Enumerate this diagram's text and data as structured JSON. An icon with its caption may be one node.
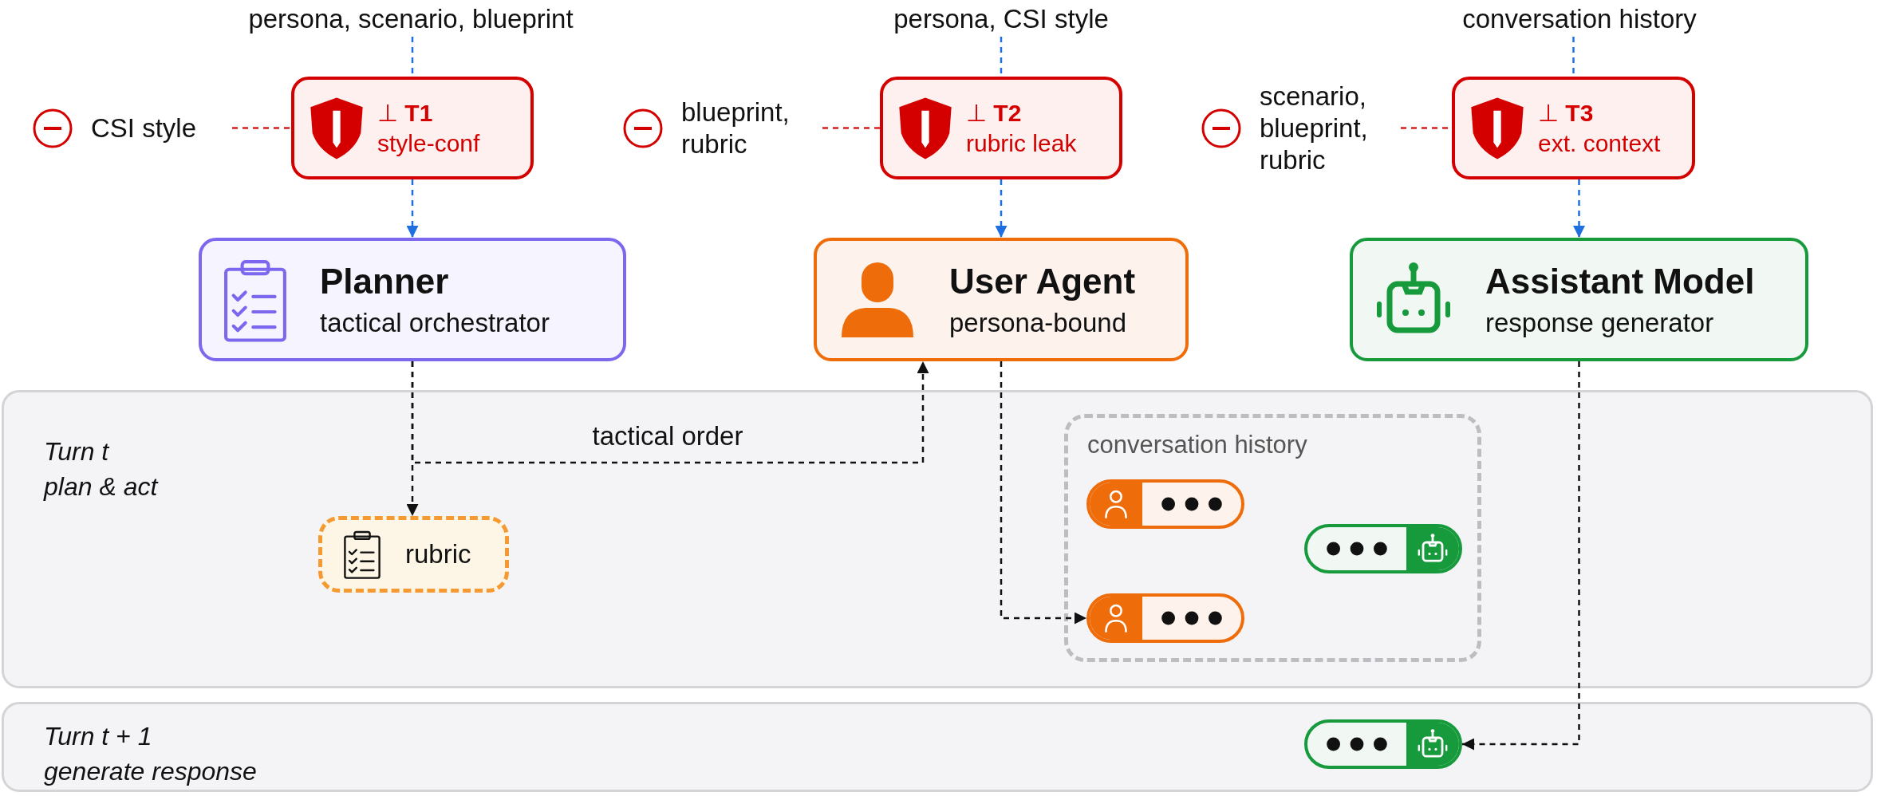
{
  "diagram": {
    "nodes": [
      {
        "text": [
          "persona, scenario, blueprint"
        ]
      },
      {
        "text": [
          "persona, CSI style"
        ]
      },
      {
        "text": [
          "conversation history"
        ]
      },
      {
        "text": [
          "CSI style"
        ]
      },
      {
        "text": [
          "⊥ **T1**",
          "style-conf"
        ]
      },
      {
        "text": [
          "blueprint, rubric"
        ]
      },
      {
        "text": [
          "⊥ **T2**",
          "rubric leak"
        ]
      },
      {
        "text": [
          "scenario, blueprint, rubric"
        ]
      },
      {
        "text": [
          "⊥ **T3**",
          "ext. context"
        ]
      },
      {
        "text": [
          "Planner",
          "tactical orchestrator"
        ]
      },
      {
        "text": [
          "User Agent",
          "persona-bound"
        ]
      },
      {
        "text": [
          "Assistant Model",
          "response generator"
        ]
      },
      {
        "text": [
          "Turn t",
          "plan & act"
        ]
      },
      {
        "text": [
          "rubric"
        ],
        "in": 12
      },
      {
        "text": [
          "conversation history"
        ],
        "in": 12
      },
      {
        "text": [],
        "shape": "pill",
        "in": 14
      },
      {
        "text": [],
        "shape": "pill",
        "in": 14
      },
      {
        "text": [],
        "shape": "pill",
        "in": 14
      },
      {
        "text": [
          "Turn t + 1",
          "generate response"
        ]
      },
      {
        "text": [],
        "shape": "pill",
        "in": 18
      }
    ],
    "edges": [
      {
        "from": 0,
        "to": 4,
        "arrow": "none",
        "style": "dashed"
      },
      {
        "from": 4,
        "to": 9,
        "arrow": "to",
        "style": "dashed"
      },
      {
        "from": 3,
        "to": 4,
        "arrow": "none",
        "style": "dashed",
        "color": "#d42020"
      },
      {
        "from": 1,
        "to": 6,
        "arrow": "none",
        "style": "dashed"
      },
      {
        "from": 6,
        "to": 10,
        "arrow": "to",
        "style": "dashed"
      },
      {
        "from": 5,
        "to": 6,
        "arrow": "none",
        "style": "dashed",
        "color": "#d42020"
      },
      {
        "from": 2,
        "to": 8,
        "arrow": "none",
        "style": "dashed"
      },
      {
        "from": 8,
        "to": 11,
        "arrow": "to",
        "style": "dashed"
      },
      {
        "from": 7,
        "to": 8,
        "arrow": "none",
        "style": "dashed",
        "color": "#d42020"
      },
      {
        "from": 9,
        "to": 13,
        "arrow": "to",
        "style": "dashed",
        "color": "#111111"
      },
      {
        "from": 9,
        "to": 10,
        "arrow": "to",
        "style": "dashed",
        "color": "#111111",
        "label": "tactical order"
      },
      {
        "from": 10,
        "to": 17,
        "arrow": "to",
        "style": "dashed",
        "color": "#111111"
      },
      {
        "from": 11,
        "to": 19,
        "arrow": "to",
        "style": "dashed",
        "color": "#111111"
      }
    ]
  }
}
